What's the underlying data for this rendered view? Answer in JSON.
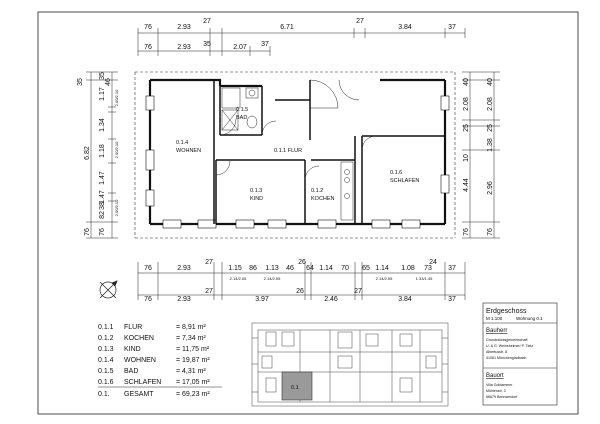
{
  "dims": {
    "top_row1": [
      "76",
      "2.93",
      "27",
      "6.71",
      "27",
      "3.84",
      "37"
    ],
    "top_row2": [
      "76",
      "2.93",
      "35",
      "2.07",
      "37"
    ],
    "bottom_row1": [
      "76",
      "2.93",
      "27",
      "1.15",
      "86",
      "1.13",
      "46",
      "26",
      "64",
      "1.14",
      "70",
      "65",
      "1.14",
      "1.08",
      "73",
      "24",
      "37"
    ],
    "bottom_row1_small": [
      "2.14/2.05",
      "2.14/2.05",
      "2.14/2.05",
      "1.33/1.45"
    ],
    "bottom_row2": [
      "76",
      "2.93",
      "27",
      "3.97",
      "26",
      "2.46",
      "27",
      "3.84",
      "37"
    ],
    "left_outer": [
      "35",
      "6.82",
      "76"
    ],
    "left_inner": [
      "35",
      "1.17",
      "46",
      "1.34",
      "1.18",
      "1.47",
      "1.47",
      "38",
      "82",
      "76"
    ],
    "left_small": [
      "2.00/2.10",
      "2.00/2.10",
      "2.00/2.10"
    ],
    "right_outer": [
      "40",
      "2.08",
      "25",
      "10",
      "4.44",
      "76"
    ],
    "right_inner": [
      "40",
      "2.08",
      "25",
      "1.38",
      "2.96",
      "76"
    ]
  },
  "rooms": [
    {
      "num": "0.1.4",
      "name": "WOHNEN"
    },
    {
      "num": "0.1.5",
      "name": "BAD"
    },
    {
      "num": "",
      "name": "0.1.1 FLUR"
    },
    {
      "num": "0.1.3",
      "name": "KIND"
    },
    {
      "num": "0.1.2",
      "name": "KOCHEN"
    },
    {
      "num": "0.1.6",
      "name": "SCHLAFEN"
    }
  ],
  "area_table": [
    {
      "num": "0.1.1",
      "name": "FLUR",
      "value": "= 8,91 m²"
    },
    {
      "num": "0.1.2",
      "name": "KOCHEN",
      "value": "= 7,34 m²"
    },
    {
      "num": "0.1.3",
      "name": "KIND",
      "value": "= 11,75 m²"
    },
    {
      "num": "0.1.4",
      "name": "WOHNEN",
      "value": "= 19,87 m²"
    },
    {
      "num": "0.1.5",
      "name": "BAD",
      "value": "= 4,31 m²"
    },
    {
      "num": "0.1.6",
      "name": "SCHLAFEN",
      "value": "= 17,05 m²"
    },
    {
      "num": "0.1.",
      "name": "GESAMT",
      "value": "= 69,23 m²"
    }
  ],
  "key_plan": {
    "unit_label": "0.1"
  },
  "title_block": {
    "title": "Erdgeschoss",
    "scale": "M 1:100",
    "unit": "Wohnung 0.1",
    "owner_heading": "Bauherr",
    "owner_lines": [
      "Grundstücksgemeinschaft",
      "U. & G. Weinsheimer/ P. Tietz",
      "Albertusstr. 8",
      "41061 Mönchengladbach"
    ],
    "site_heading": "Bauort",
    "site_lines": [
      "Villa Goldammer",
      "Mühlenstr. 3",
      "66679 Bennsendorf"
    ]
  }
}
